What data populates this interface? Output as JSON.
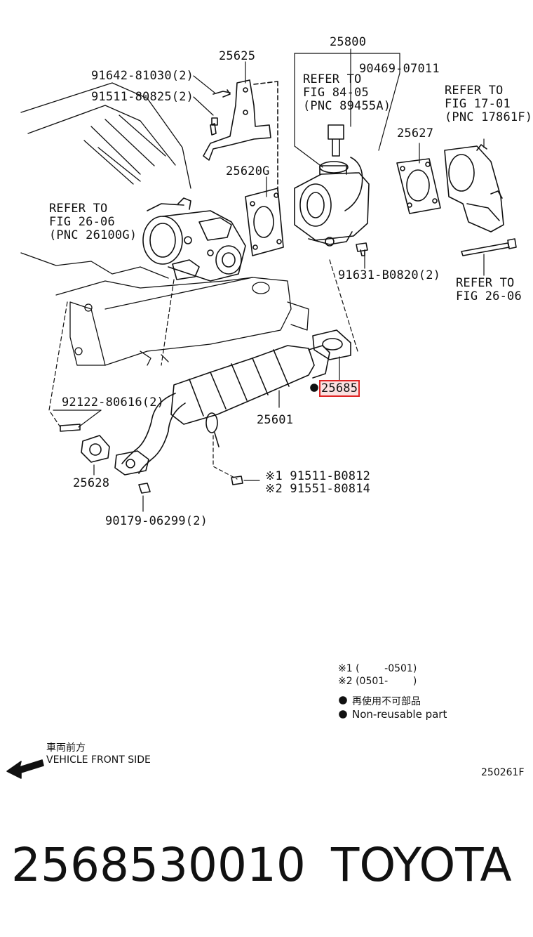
{
  "diagram": {
    "labels": {
      "p25800": "25800",
      "p90469": "90469-07011",
      "p25625": "25625",
      "p91642": "91642-81030(2)",
      "p91511a": "91511-80825(2)",
      "refer_8405": "REFER TO\nFIG 84-05\n(PNC 89455A)",
      "refer_1701": "REFER TO\nFIG 17-01\n(PNC 17861F)",
      "p25627": "25627",
      "p25620g": "25620G",
      "refer_2606a": "REFER TO\nFIG 26-06\n(PNC 26100G)",
      "p91631": "91631-B0820(2)",
      "refer_2606b": "REFER TO\nFIG 26-06",
      "p25685": "25685",
      "p92122": "92122-80616(2)",
      "p25601": "25601",
      "p25628": "25628",
      "p91511b": "※1 91511-B0812",
      "p91551": "※2 91551-80814",
      "p90179": "90179-06299(2)"
    },
    "legend": {
      "note1": "※1 (        -0501)",
      "note2": "※2 (0501-        )",
      "nonreuse_jp": "再使用不可部品",
      "nonreuse_en": "Non-reusable part"
    },
    "front": {
      "jp": "車両前方",
      "en": "VEHICLE FRONT SIDE"
    },
    "fig_id": "250261F"
  },
  "footer": {
    "part_number": "2568530010",
    "brand": "TOYOTA"
  },
  "colors": {
    "highlight": "#e02424",
    "line": "#111111"
  }
}
